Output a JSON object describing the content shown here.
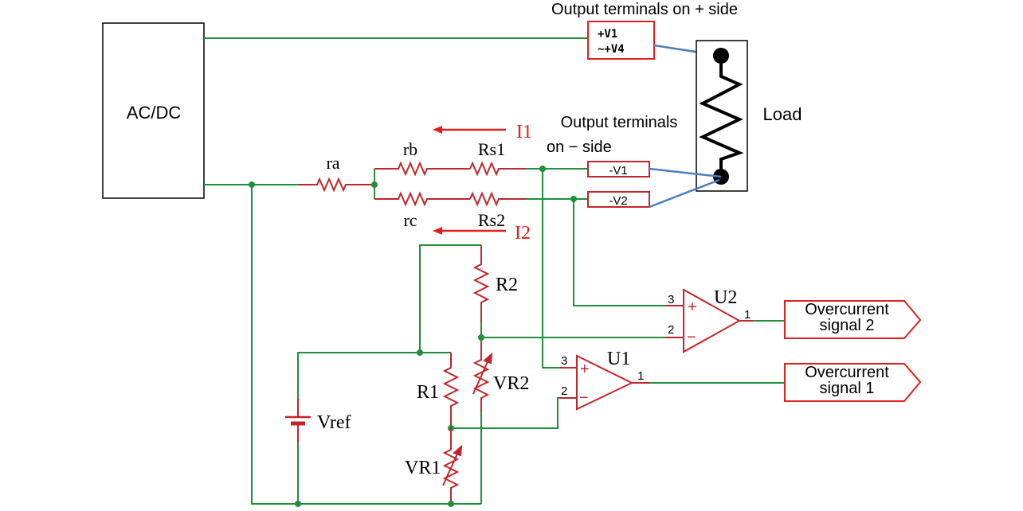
{
  "blocks": {
    "acdc": "AC/DC",
    "load": "Load"
  },
  "annotations": {
    "out_plus": "Output terminals on + side",
    "out_minus_1": "Output terminals",
    "out_minus_2": "on − side"
  },
  "terminals": {
    "plus_1": "+V1",
    "plus_2": "~+V4",
    "minus_1": "-V1",
    "minus_2": "-V2"
  },
  "components": {
    "ra": "ra",
    "rb": "rb",
    "rc": "rc",
    "rs1": "Rs1",
    "rs2": "Rs2",
    "r1": "R1",
    "r2": "R2",
    "vr1": "VR1",
    "vr2": "VR2",
    "vref": "Vref",
    "u1": "U1",
    "u2": "U2"
  },
  "currents": {
    "i1": "I1",
    "i2": "I2"
  },
  "pins": {
    "u1_plus": "3",
    "u1_minus": "2",
    "u1_out": "1",
    "u2_plus": "3",
    "u2_minus": "2",
    "u2_out": "1",
    "plus_sign": "+",
    "minus_sign": "−"
  },
  "outputs": {
    "sig1_line1": "Overcurrent",
    "sig1_line2": "signal 1",
    "sig2_line1": "Overcurrent",
    "sig2_line2": "signal 2"
  },
  "colors": {
    "wire": "#1f8f3a",
    "component": "#c0262b",
    "load_wire": "#4a7fc1"
  }
}
